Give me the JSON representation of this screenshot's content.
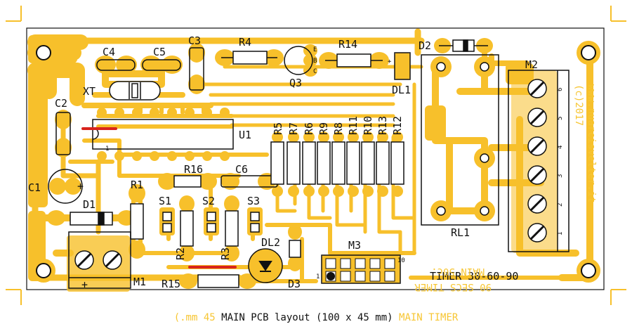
{
  "colors": {
    "copper": "#f7c02b",
    "copper_light": "#f8c840",
    "board": "#ffffff",
    "outline": "#111111",
    "ink": "#111111",
    "jumper": "#d8231c"
  },
  "labels": {
    "c4": "C4",
    "c5": "C5",
    "c3": "C3",
    "r4": "R4",
    "r14": "R14",
    "d2": "D2",
    "m2": "M2",
    "xt": "XT",
    "q3": "Q3",
    "dl1": "DL1",
    "c2": "C2",
    "u1": "U1",
    "r5": "R5",
    "r7": "R7",
    "r6": "R6",
    "r9": "R9",
    "r8": "R8",
    "r11": "R11",
    "r10": "R10",
    "r13": "R13",
    "r12": "R12",
    "r16": "R16",
    "c6": "C6",
    "c1": "C1",
    "r1": "R1",
    "d1": "D1",
    "s1": "S1",
    "s2": "S2",
    "s3": "S3",
    "r2": "R2",
    "r3": "R3",
    "dl2": "DL2",
    "m3": "M3",
    "rl1": "RL1",
    "m1": "M1",
    "r15": "R15",
    "d3": "D3",
    "timer": "TIMER 30-60-90",
    "plus1": "+",
    "plus2": "+",
    "plus3": "+",
    "pin1": "1",
    "pin10": "10",
    "q_e": "E",
    "q_b": "B",
    "q_c": "C",
    "u1_pin1": "1"
  },
  "m2_pins": [
    "6",
    "5",
    "4",
    "3",
    "2",
    "1"
  ],
  "mirrored": {
    "copyright": "(c)2017",
    "website": "www.nuarcisvelter.it",
    "main": "MAIN 50c.",
    "secs": "90 SECS TIMER"
  },
  "caption": {
    "ghost_left": "(.mm 45",
    "main": "MAIN PCB layout (100 x 45 mm)",
    "ghost_right": "MAIN TIMER"
  }
}
